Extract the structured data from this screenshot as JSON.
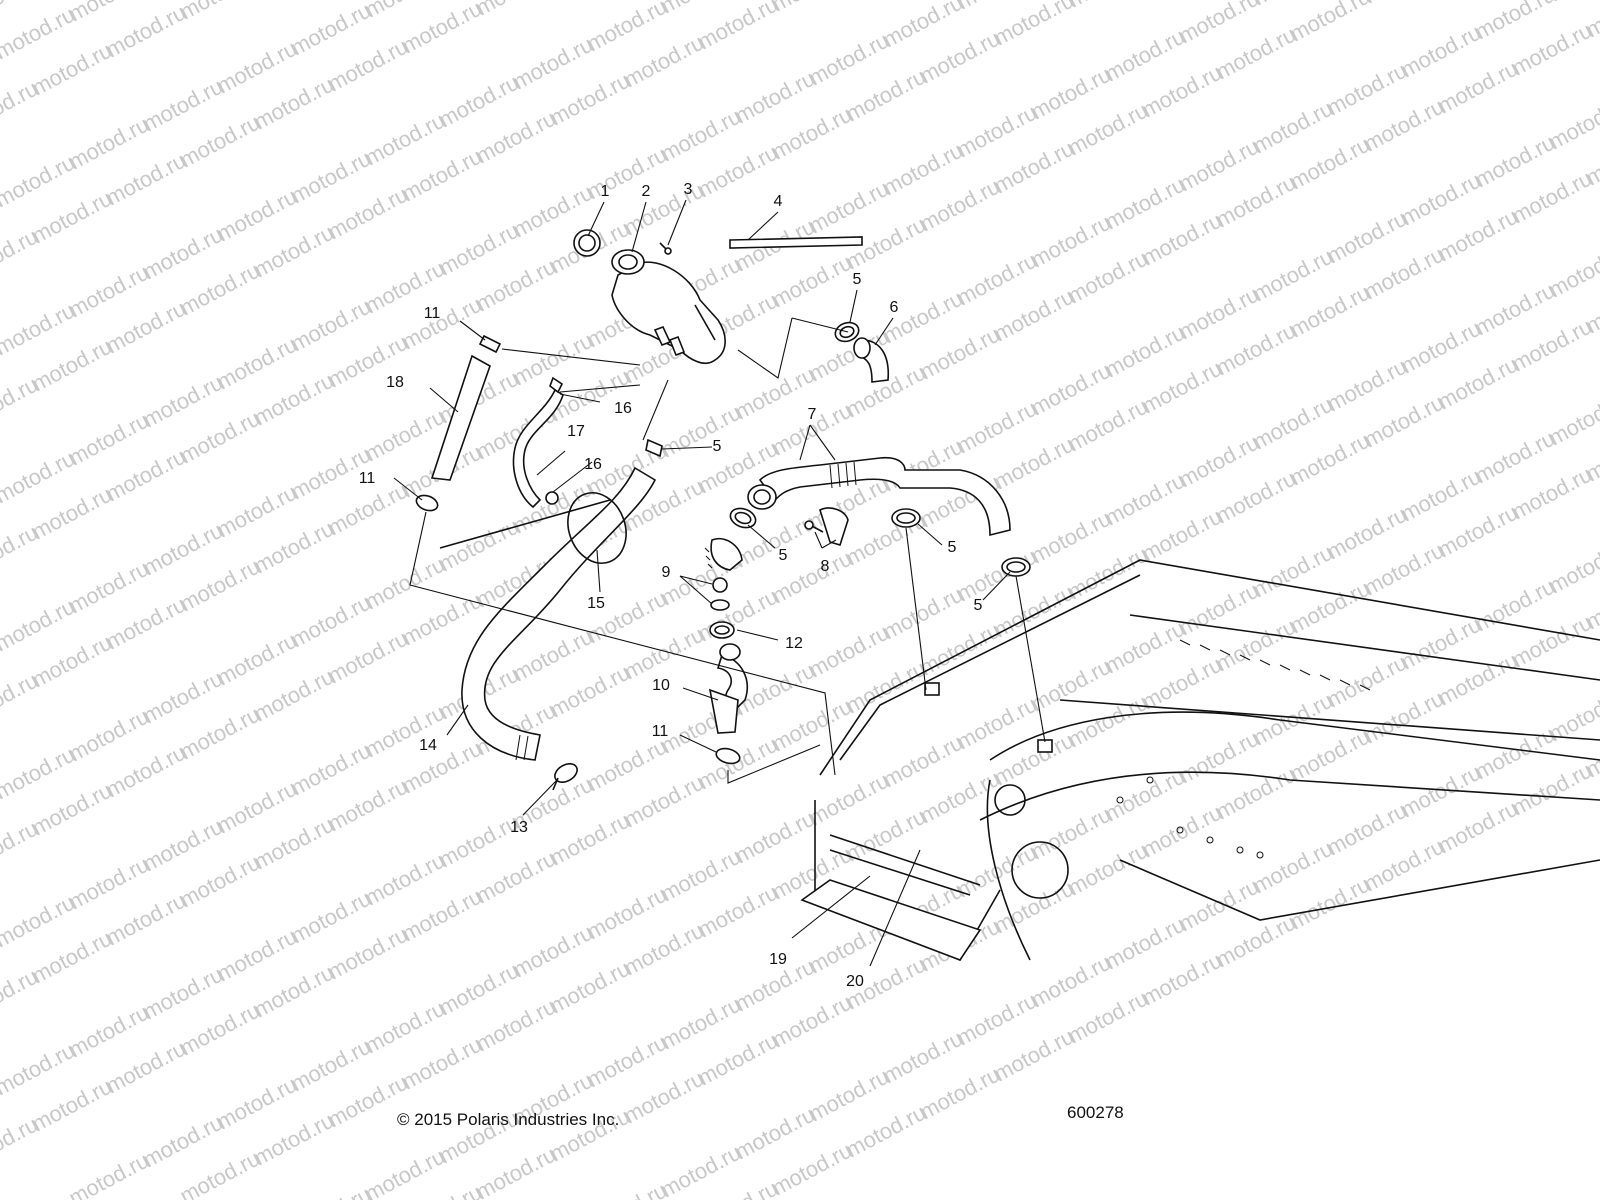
{
  "watermark": "motod.ru",
  "footer": {
    "copyright": "© 2015 Polaris Industries Inc.",
    "diagram_number": "600278"
  },
  "callouts": {
    "c1": "1",
    "c2": "2",
    "c3": "3",
    "c4": "4",
    "c5a": "5",
    "c5b": "5",
    "c5c": "5",
    "c5d": "5",
    "c5e": "5",
    "c6": "6",
    "c7": "7",
    "c8": "8",
    "c9": "9",
    "c10": "10",
    "c11a": "11",
    "c11b": "11",
    "c11c": "11",
    "c12": "12",
    "c13": "13",
    "c14": "14",
    "c15": "15",
    "c16a": "16",
    "c16b": "16",
    "c17": "17",
    "c18": "18",
    "c19": "19",
    "c20": "20"
  }
}
